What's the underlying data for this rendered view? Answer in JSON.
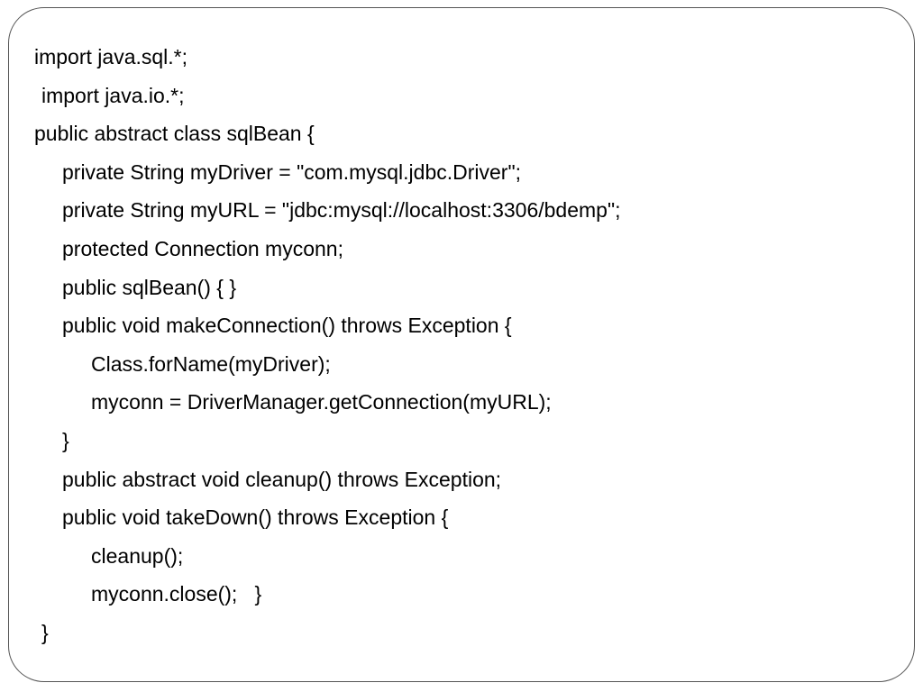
{
  "code_lines": [
    "import java.sql.*;",
    "import java.io.*;",
    "public abstract class sqlBean {",
    "private String myDriver = \"com.mysql.jdbc.Driver\";",
    "private String myURL = \"jdbc:mysql://localhost:3306/bdemp\";",
    "protected Connection myconn;",
    "public sqlBean() { }",
    "public void makeConnection() throws Exception {",
    "Class.forName(myDriver);",
    "myconn = DriverManager.getConnection(myURL);",
    "}",
    "public abstract void cleanup() throws Exception;",
    "public void takeDown() throws Exception {",
    "cleanup();",
    "myconn.close();   }",
    "}"
  ]
}
